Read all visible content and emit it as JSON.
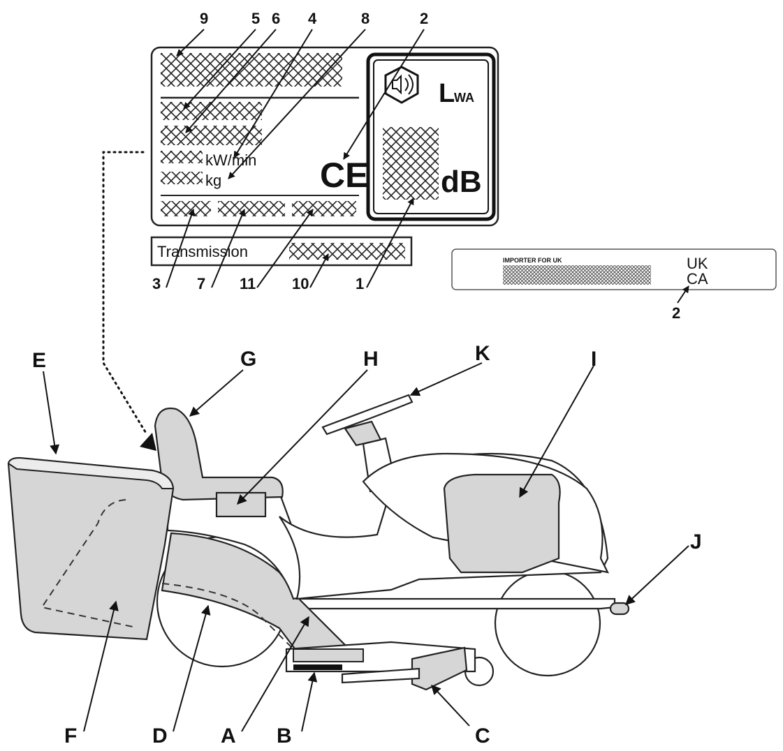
{
  "rating_plate": {
    "units": {
      "power": "kW/min",
      "mass": "kg"
    },
    "sound_symbol_text": "LWA",
    "sound_unit": "dB",
    "ce_mark": "CE",
    "transmission_label": "Transmission"
  },
  "importer_plate": {
    "title": "IMPORTER FOR UK",
    "mark_line1": "UK",
    "mark_line2": "CA"
  },
  "plate_callouts": {
    "top": [
      "9",
      "5",
      "6",
      "4",
      "8",
      "2"
    ],
    "bottom": [
      "3",
      "7",
      "11",
      "10",
      "1"
    ],
    "importer": "2"
  },
  "machine_callouts": {
    "top": [
      "E",
      "G",
      "H",
      "K",
      "I"
    ],
    "right": "J",
    "bottom": [
      "F",
      "D",
      "A",
      "B",
      "C"
    ]
  }
}
